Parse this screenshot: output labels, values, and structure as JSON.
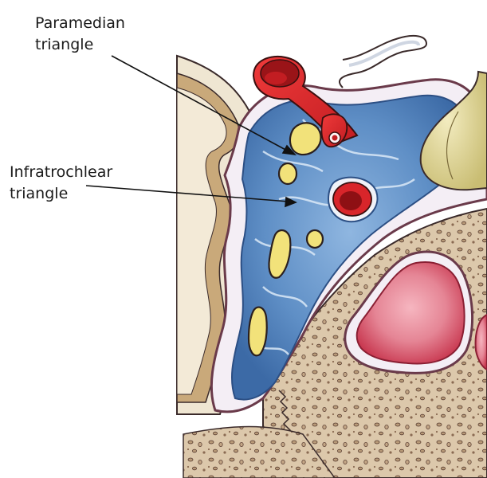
{
  "labels": {
    "paramedian": {
      "line1": "Paramedian",
      "line2": "triangle"
    },
    "infratrochlear": {
      "line1": "Infratrochlear",
      "line2": "triangle"
    }
  },
  "colors": {
    "bone": "#d9c6a8",
    "brain": "#c9a97a",
    "brain_surface": "#efe6d2",
    "venous_sinus": "#5f8fc6",
    "nerve": "#f2e27a",
    "artery": "#d8252a",
    "artery_dark": "#9a1418",
    "ganglion": "#d8cf8a",
    "inner_sinus": "#e58595",
    "outline": "#3a2a2a",
    "dura": "#6a3a4a"
  }
}
